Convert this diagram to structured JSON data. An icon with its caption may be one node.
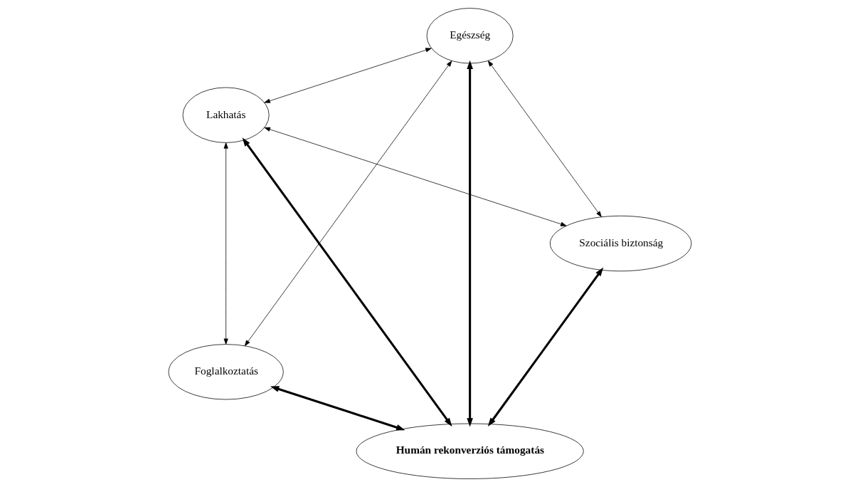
{
  "diagram": {
    "nodes": [
      {
        "text": [
          "Humán rekonverziós támogatás"
        ]
      },
      {
        "text": [
          "Egészség"
        ]
      },
      {
        "text": [
          "Lakhatás"
        ]
      },
      {
        "text": [
          "Szociális biztonság"
        ]
      },
      {
        "text": [
          "Foglalkoztatás"
        ]
      }
    ],
    "edges": [
      {
        "from": 0,
        "to": 1,
        "arrow": "both",
        "style": "thick"
      },
      {
        "from": 0,
        "to": 2,
        "arrow": "both",
        "style": "thick"
      },
      {
        "from": 0,
        "to": 3,
        "arrow": "both",
        "style": "thick"
      },
      {
        "from": 0,
        "to": 4,
        "arrow": "both",
        "style": "thick"
      },
      {
        "from": 1,
        "to": 2,
        "arrow": "both"
      },
      {
        "from": 1,
        "to": 3,
        "arrow": "both"
      },
      {
        "from": 1,
        "to": 4,
        "arrow": "both"
      },
      {
        "from": 2,
        "to": 3,
        "arrow": "both"
      },
      {
        "from": 2,
        "to": 4,
        "arrow": "both"
      }
    ]
  }
}
